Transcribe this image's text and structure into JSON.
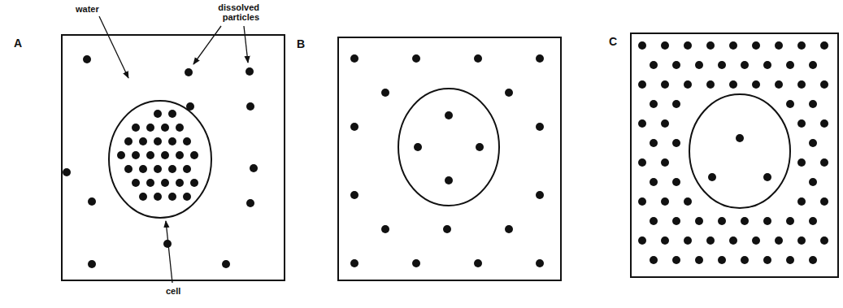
{
  "diagram": {
    "nodes": [
      {
        "text": [
          "A"
        ]
      },
      {
        "text": [
          "B"
        ]
      },
      {
        "text": [
          "C"
        ]
      }
    ],
    "labels": [
      "water",
      "dissolved particles",
      "cell"
    ]
  }
}
